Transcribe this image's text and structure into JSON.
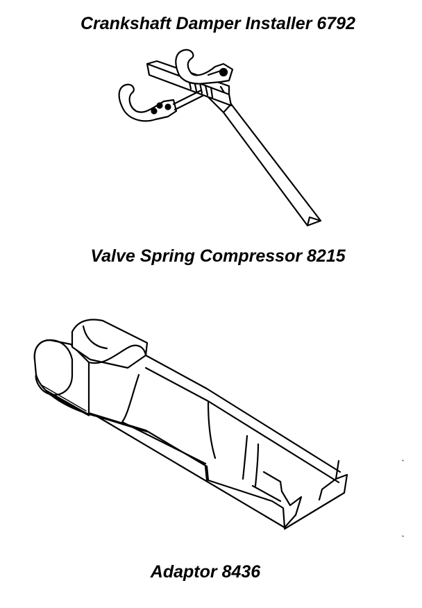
{
  "captions": {
    "tool_1": "Crankshaft Damper Installer 6792",
    "tool_2": "Valve Spring Compressor 8215",
    "tool_3": "Adaptor 8436"
  },
  "colors": {
    "line": "#000000",
    "background": "#ffffff"
  }
}
